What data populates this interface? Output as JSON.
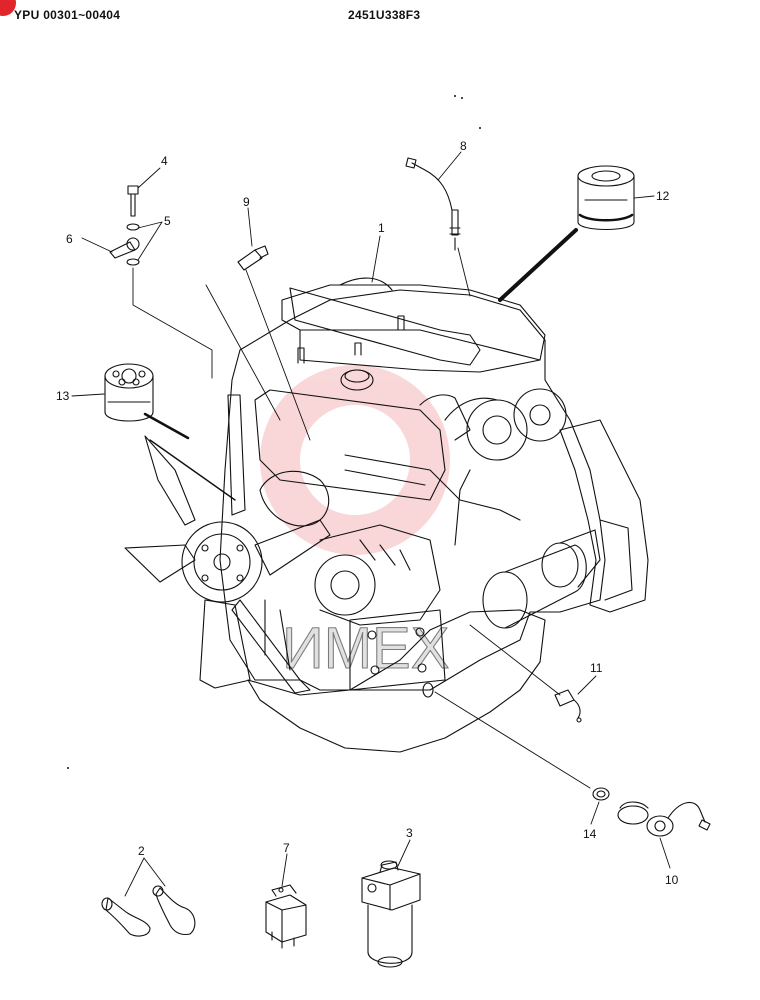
{
  "header": {
    "serial_range": "YPU 00301~00404",
    "drawing_number": "2451U338F3"
  },
  "watermark": {
    "text": "ИMEX",
    "color": "#e0262b"
  },
  "callouts": [
    "1",
    "2",
    "3",
    "4",
    "5",
    "6",
    "7",
    "8",
    "9",
    "10",
    "11",
    "12",
    "13",
    "14"
  ],
  "colors": {
    "line": "#111111",
    "accent": "#e0262b"
  }
}
